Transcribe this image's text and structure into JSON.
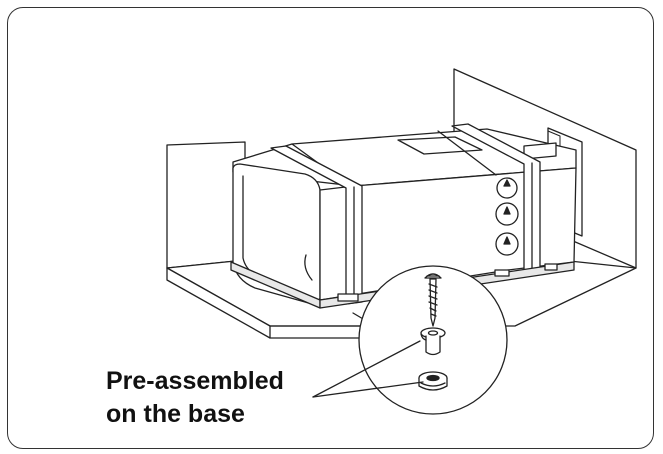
{
  "figure": {
    "caption_line1": "Pre-assembled",
    "caption_line2": "on the base",
    "stroke_color": "#222222",
    "fill_color": "#ffffff",
    "shade_color": "#e8e8e8",
    "parts_in_callout": [
      "screw",
      "flanged-bushing",
      "rubber-grommet"
    ]
  }
}
